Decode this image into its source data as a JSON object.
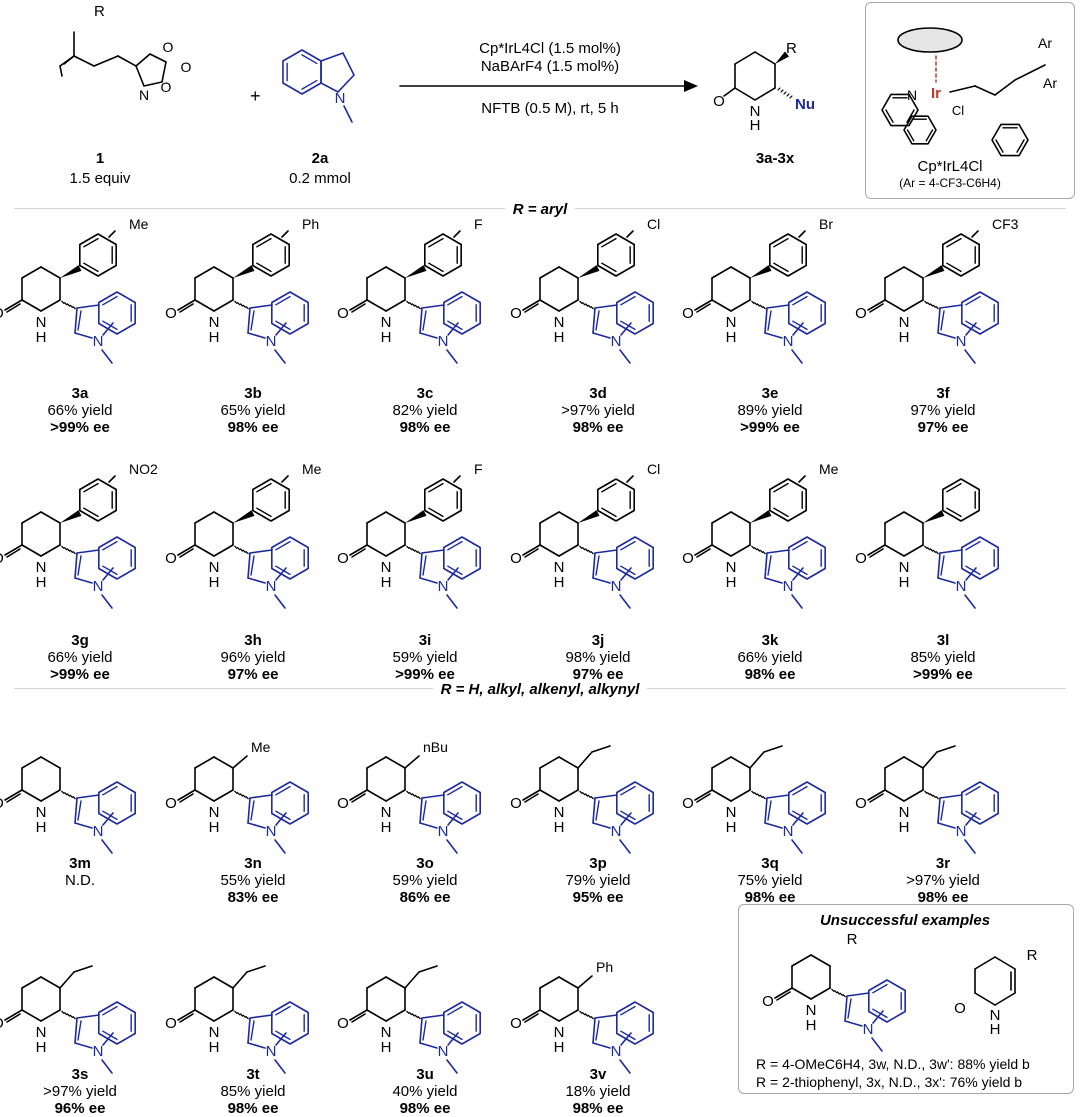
{
  "header": {
    "reagent1": {
      "id": "1",
      "amount": "1.5 equiv",
      "substituent": "R"
    },
    "reagent2": {
      "id": "2a",
      "amount": "0.2 mmol"
    },
    "plus": "+",
    "conditions": {
      "catalyst": "Cp*IrL4Cl (1.5 mol%)",
      "additive": "NaBArF4 (1.5 mol%)",
      "solvent": "NFTB (0.5 M), rt, 5 h"
    },
    "product": {
      "id": "3a-3x",
      "substituent": "R",
      "nucleophile": "Nu"
    },
    "catalyst_box": {
      "name": "Cp*IrL4Cl",
      "note": "(Ar = 4-CF3-C6H4)",
      "metal": "Ir",
      "ligand_ar": "Ar"
    }
  },
  "sections": {
    "aryl": "R = aryl",
    "others": "R = H, alkyl, alkenyl, alkynyl",
    "unsuccessful": "Unsuccessful examples"
  },
  "compounds": [
    {
      "id": "3a",
      "yield": "66% yield",
      "ee": ">99% ee",
      "sub": "Me"
    },
    {
      "id": "3b",
      "yield": "65% yield",
      "ee": "98% ee",
      "sub": "Ph"
    },
    {
      "id": "3c",
      "yield": "82% yield",
      "ee": "98% ee",
      "sub": "F"
    },
    {
      "id": "3d",
      "yield": ">97% yield",
      "ee": "98% ee",
      "sub": "Cl"
    },
    {
      "id": "3e",
      "yield": "89% yield",
      "ee": ">99% ee",
      "sub": "Br"
    },
    {
      "id": "3f",
      "yield": "97% yield",
      "ee": "97% ee",
      "sub": "CF3"
    },
    {
      "id": "3g",
      "yield": "66% yield",
      "ee": ">99% ee",
      "sub": "NO2"
    },
    {
      "id": "3h",
      "yield": "96% yield",
      "ee": "97% ee",
      "sub": "Me"
    },
    {
      "id": "3i",
      "yield": "59% yield",
      "ee": ">99% ee",
      "sub": "F"
    },
    {
      "id": "3j",
      "yield": "98% yield",
      "ee": "97% ee",
      "sub": "Cl"
    },
    {
      "id": "3k",
      "yield": "66% yield",
      "ee": "98% ee",
      "sub": "Me"
    },
    {
      "id": "3l",
      "yield": "85% yield",
      "ee": ">99% ee",
      "sub": ""
    },
    {
      "id": "3m",
      "yield": "N.D.",
      "ee": "",
      "sub": ""
    },
    {
      "id": "3n",
      "yield": "55% yield",
      "ee": "83% ee",
      "sub": "Me"
    },
    {
      "id": "3o",
      "yield": "59% yield",
      "ee": "86% ee",
      "sub": "nBu"
    },
    {
      "id": "3p",
      "yield": "79% yield",
      "ee": "95% ee",
      "sub": ""
    },
    {
      "id": "3q",
      "yield": "75% yield",
      "ee": "98% ee",
      "sub": ""
    },
    {
      "id": "3r",
      "yield": ">97% yield",
      "ee": "98% ee",
      "sub": ""
    },
    {
      "id": "3s",
      "yield": ">97% yield",
      "ee": "96% ee",
      "sub": ""
    },
    {
      "id": "3t",
      "yield": "85% yield",
      "ee": "98% ee",
      "sub": ""
    },
    {
      "id": "3u",
      "yield": "40% yield",
      "ee": "98% ee",
      "sub": ""
    },
    {
      "id": "3v",
      "yield": "18% yield",
      "ee": "98% ee",
      "sub": "Ph"
    }
  ],
  "unsuccessful": {
    "substituent": "R",
    "line1": "R = 4-OMeC6H4, 3w, N.D., 3w': 88% yield b",
    "line2": "R = 2-thiophenyl, 3x, N.D., 3x': 76% yield b"
  },
  "atoms": {
    "O": "O",
    "N": "N",
    "H": "H",
    "Cl": "Cl"
  },
  "colors": {
    "indole_blue": "#1d2a9c",
    "iridium_red": "#c0392b",
    "ink": "#000000"
  }
}
